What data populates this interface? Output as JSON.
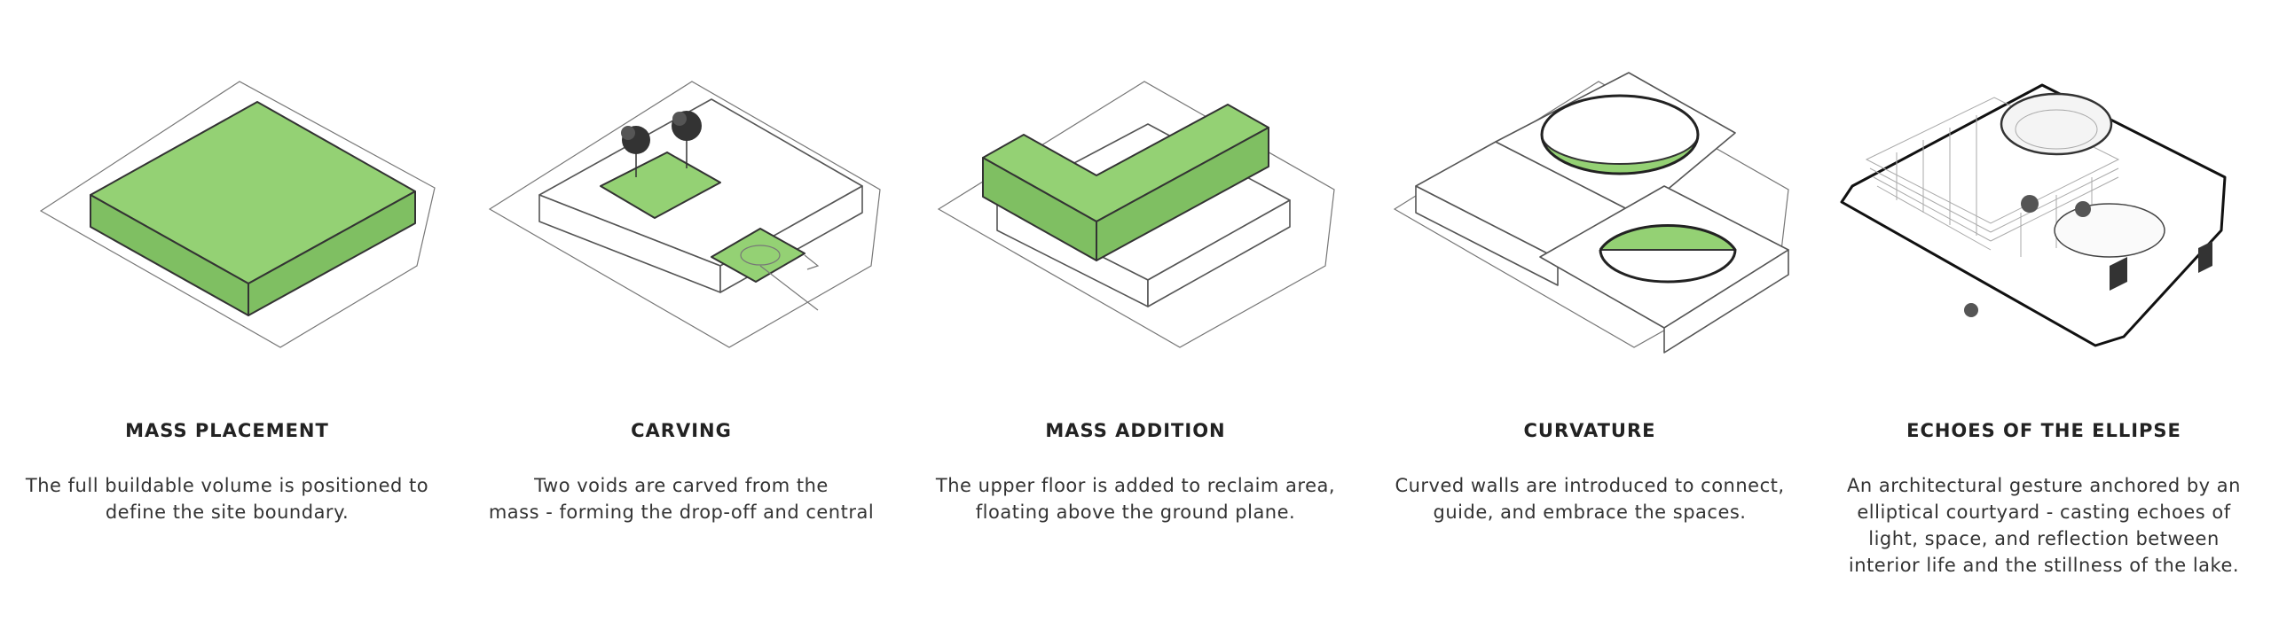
{
  "steps": [
    {
      "title": "MASS PLACEMENT",
      "lines": [
        "The full buildable volume is positioned to",
        "define the site boundary."
      ]
    },
    {
      "title": "CARVING",
      "lines": [
        "Two voids are carved from the",
        "mass - forming the drop-off and central"
      ]
    },
    {
      "title": "MASS ADDITION",
      "lines": [
        "The upper floor is added to reclaim area,",
        "floating above the ground plane."
      ]
    },
    {
      "title": "CURVATURE",
      "lines": [
        "Curved walls are introduced to connect,",
        "guide, and embrace the spaces."
      ]
    },
    {
      "title": "ECHOES OF THE ELLIPSE",
      "lines": [
        "An architectural gesture anchored by an",
        "elliptical courtyard - casting echoes of",
        "light, space, and reflection between",
        "interior life and the stillness of the lake."
      ]
    }
  ],
  "colors": {
    "accent_green": "#94d174",
    "line": "#555555",
    "text": "#222222"
  }
}
